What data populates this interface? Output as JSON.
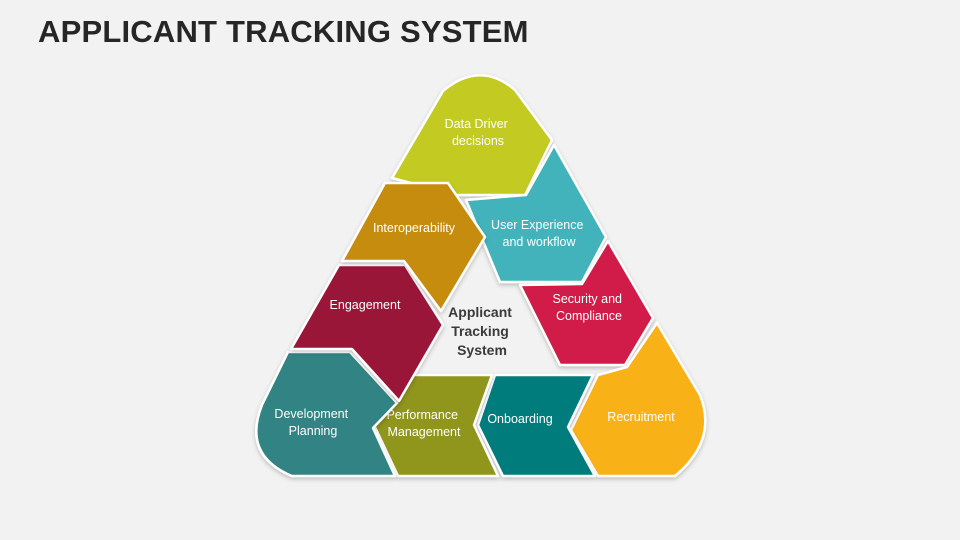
{
  "slide": {
    "title": "APPLICANT TRACKING SYSTEM"
  },
  "diagram": {
    "center": {
      "lines": [
        "Applicant",
        "Tracking",
        "System"
      ]
    },
    "segments": [
      {
        "lines": [
          "Data Driver",
          "decisions"
        ],
        "color": "#c3cb20"
      },
      {
        "lines": [
          "User Experience",
          "and workflow"
        ],
        "color": "#42b3bb"
      },
      {
        "lines": [
          "Security and",
          "Compliance"
        ],
        "color": "#d11e48"
      },
      {
        "lines": [
          "Recruitment"
        ],
        "color": "#f8b114"
      },
      {
        "lines": [
          "Onboarding"
        ],
        "color": "#027b7c"
      },
      {
        "lines": [
          "Performance",
          "Management"
        ],
        "color": "#90951c"
      },
      {
        "lines": [
          "Development",
          "Planning"
        ],
        "color": "#318383"
      },
      {
        "lines": [
          "Engagement"
        ],
        "color": "#9a1538"
      },
      {
        "lines": [
          "Interoperability"
        ],
        "color": "#c68c0c"
      }
    ]
  }
}
